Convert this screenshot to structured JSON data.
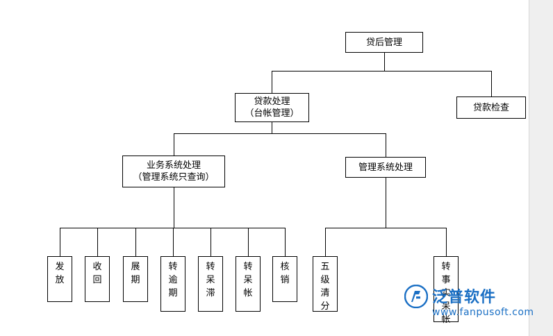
{
  "diagram": {
    "type": "org-tree",
    "root": {
      "label": "贷后管理"
    },
    "level1": [
      {
        "label": "贷款处理\n（台帐管理）"
      },
      {
        "label": "贷款检查"
      }
    ],
    "level2": [
      {
        "label": "业务系统处理\n（管理系统只查询）"
      },
      {
        "label": "管理系统处理"
      }
    ],
    "leaves_business": [
      {
        "label": "发放"
      },
      {
        "label": "收回"
      },
      {
        "label": "展期"
      },
      {
        "label": "转逾期"
      },
      {
        "label": "转呆滞"
      },
      {
        "label": "转呆帐"
      },
      {
        "label": "核销"
      }
    ],
    "leaves_management": [
      {
        "label": "五级清分"
      },
      {
        "label": "转事实呆帐"
      }
    ]
  },
  "watermark": {
    "brand": "泛普软件",
    "url": "www.fanpusoft.com",
    "color": "#1a6fc4"
  }
}
